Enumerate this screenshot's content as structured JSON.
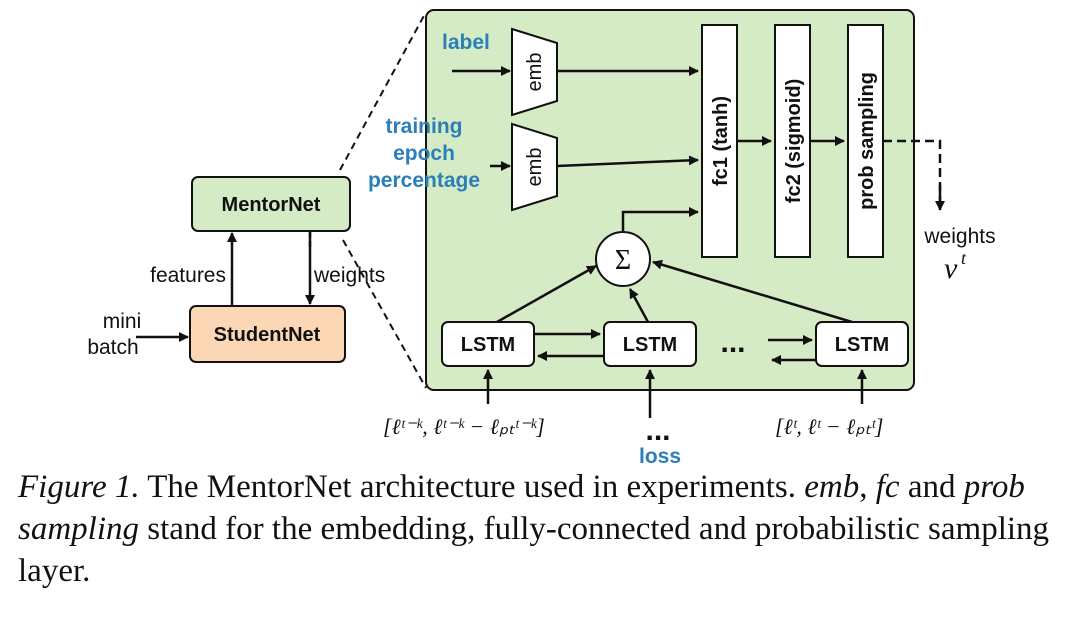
{
  "diagram": {
    "student_net": "StudentNet",
    "mentor_net": "MentorNet",
    "mini_batch": [
      "mini",
      "batch"
    ],
    "features": "features",
    "weights_small": "weights",
    "inputs": {
      "label": "label",
      "epoch": [
        "training",
        "epoch",
        "percentage"
      ]
    },
    "emb": "emb",
    "fc1": "fc1 (tanh)",
    "fc2": "fc2 (sigmoid)",
    "prob": "prob sampling",
    "sigma": "Σ",
    "lstm": "LSTM",
    "ellipsis": "...",
    "output_weights": "weights",
    "output_v": "v",
    "output_sup": "t",
    "loss_ellipsis": "...",
    "loss": "loss",
    "formula_left": "[ℓᵗ⁻ᵏ, ℓᵗ⁻ᵏ − ℓₚₜᵗ⁻ᵏ]",
    "formula_right": "[ℓᵗ, ℓᵗ − ℓₚₜᵗ]",
    "colors": {
      "panel": "#d5ebc6",
      "mentor": "#d5ebc6",
      "student": "#fbd7b5",
      "accent_text": "#2b7fb8"
    }
  },
  "caption": {
    "fig": "Figure 1.",
    "t1": " The MentorNet architecture used in experiments. ",
    "emb": "emb",
    "comma": ", ",
    "fc": "fc",
    "t2": " and ",
    "prob": "prob sampling",
    "t3": " stand for the embedding, fully-connected and probabilistic sampling layer."
  }
}
